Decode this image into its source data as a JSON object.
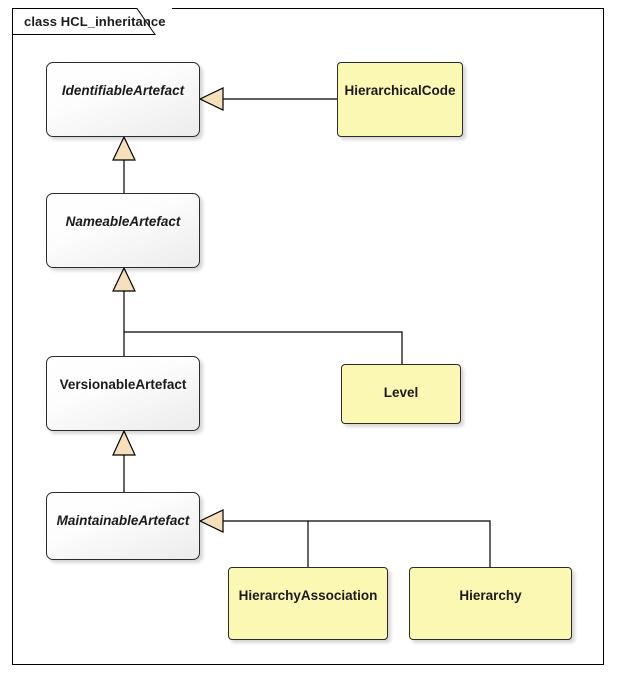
{
  "diagram": {
    "kind_label": "class",
    "name": "HCL_inheritance",
    "tab_text": "class HCL_inheritance",
    "notation": "UML class diagram (generalization / inheritance)",
    "background_color": "#ffffff",
    "frame_border_color": "#000000",
    "abstract_fill": "#f2f2f2",
    "concrete_fill": "#fbf8b4",
    "arrowhead_fill": "#f6dfbb",
    "connector_color": "#000000"
  },
  "classes": [
    {
      "id": "identifiable-artefact",
      "name": "IdentifiableArtefact",
      "stereotype": "abstract",
      "fill": "#f2f2f2",
      "italic": true
    },
    {
      "id": "hierarchical-code",
      "name": "HierarchicalCode",
      "stereotype": "concrete",
      "fill": "#fbf8b4",
      "italic": false
    },
    {
      "id": "nameable-artefact",
      "name": "NameableArtefact",
      "stereotype": "abstract",
      "fill": "#f2f2f2",
      "italic": true
    },
    {
      "id": "versionable-artefact",
      "name": "VersionableArtefact",
      "stereotype": "abstract",
      "fill": "#f2f2f2",
      "italic": false
    },
    {
      "id": "level",
      "name": "Level",
      "stereotype": "concrete",
      "fill": "#fbf8b4",
      "italic": false
    },
    {
      "id": "maintainable-artefact",
      "name": "MaintainableArtefact",
      "stereotype": "abstract",
      "fill": "#f2f2f2",
      "italic": true
    },
    {
      "id": "hierarchy-association",
      "name": "HierarchyAssociation",
      "stereotype": "concrete",
      "fill": "#fbf8b4",
      "italic": false
    },
    {
      "id": "hierarchy",
      "name": "Hierarchy",
      "stereotype": "concrete",
      "fill": "#fbf8b4",
      "italic": false
    }
  ],
  "generalizations": [
    {
      "from": "HierarchicalCode",
      "to": "IdentifiableArtefact",
      "type": "generalization"
    },
    {
      "from": "NameableArtefact",
      "to": "IdentifiableArtefact",
      "type": "generalization"
    },
    {
      "from": "VersionableArtefact",
      "to": "NameableArtefact",
      "type": "generalization"
    },
    {
      "from": "Level",
      "to": "NameableArtefact",
      "type": "generalization"
    },
    {
      "from": "MaintainableArtefact",
      "to": "VersionableArtefact",
      "type": "generalization"
    },
    {
      "from": "HierarchyAssociation",
      "to": "MaintainableArtefact",
      "type": "generalization"
    },
    {
      "from": "Hierarchy",
      "to": "MaintainableArtefact",
      "type": "generalization"
    }
  ]
}
